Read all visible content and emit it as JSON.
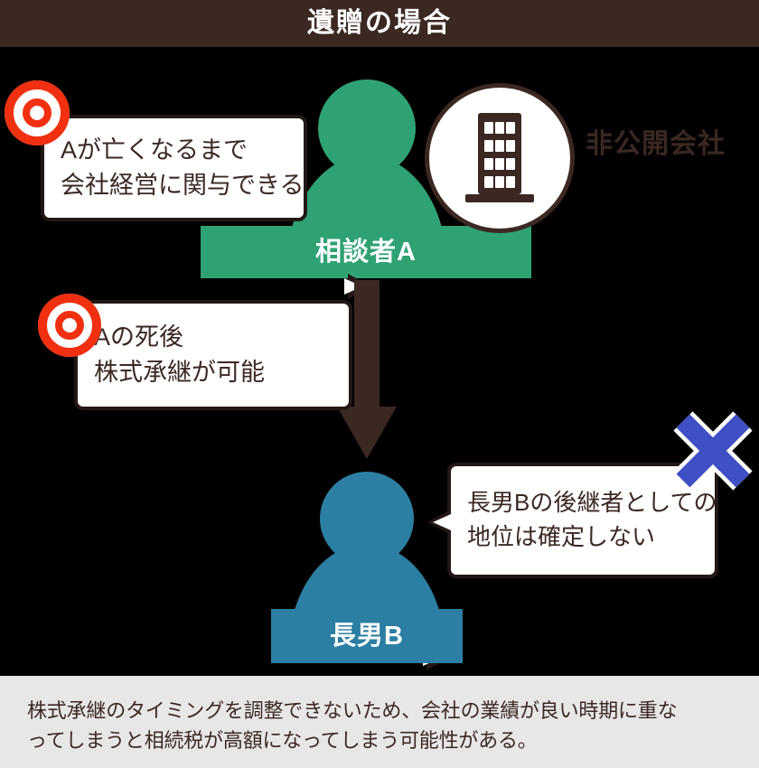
{
  "header": {
    "title": "遺贈の場合",
    "background_color": "#3B2823",
    "text_color": "#FFFFFF"
  },
  "canvas": {
    "background_color": "#000000"
  },
  "figures": {
    "person_a": {
      "label": "相談者A",
      "color": "#2FA273"
    },
    "person_b": {
      "label": "長男B",
      "color": "#2C7FA3"
    }
  },
  "company": {
    "icon": "building-icon",
    "label": "非公開会社",
    "label_color": "#3B2823",
    "circle_fill": "#FFFFFF",
    "circle_border": "#3B2823"
  },
  "arrow": {
    "direction": "down",
    "color": "#3B2823"
  },
  "marks": {
    "positive_icon": "double-circle-icon",
    "positive_color": "#F03010",
    "negative_icon": "cross-mark-icon",
    "negative_color": "#3F4FC4"
  },
  "callouts": [
    {
      "id": "callout-a-control",
      "mark": "double-circle-icon",
      "lines": [
        "Aが亡くなるまで",
        "会社経営に関与できる"
      ]
    },
    {
      "id": "callout-a-succession",
      "mark": "double-circle-icon",
      "lines": [
        "Aの死後",
        "株式承継が可能"
      ]
    },
    {
      "id": "callout-b-uncertain",
      "mark": "cross-mark-icon",
      "lines": [
        "長男Bの後継者としての",
        "地位は確定しない"
      ]
    }
  ],
  "footer": {
    "background_color": "#E7E7E7",
    "text_color": "#3B2823",
    "lines": [
      "株式承継のタイミングを調整できないため、会社の業績が良い時期に重な",
      "ってしまうと相続税が高額になってしまう可能性がある。"
    ]
  }
}
